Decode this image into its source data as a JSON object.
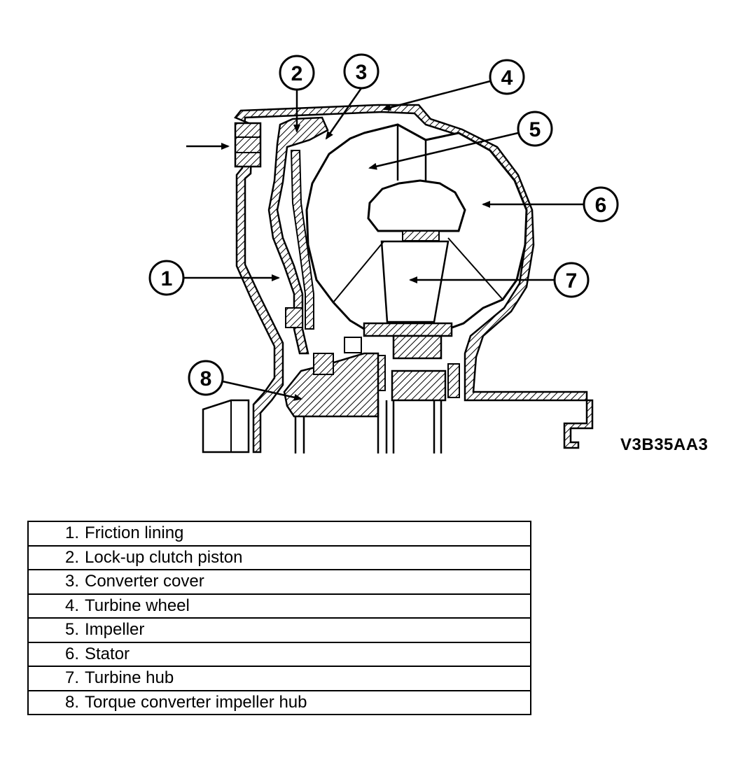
{
  "diagram": {
    "figure_code": "V3B35AA3",
    "callouts": [
      "1",
      "2",
      "3",
      "4",
      "5",
      "6",
      "7",
      "8"
    ]
  },
  "legend": [
    {
      "num": "1.",
      "label": "Friction lining"
    },
    {
      "num": "2.",
      "label": "Lock-up clutch piston"
    },
    {
      "num": "3.",
      "label": "Converter cover"
    },
    {
      "num": "4.",
      "label": "Turbine wheel"
    },
    {
      "num": "5.",
      "label": "Impeller"
    },
    {
      "num": "6.",
      "label": "Stator"
    },
    {
      "num": "7.",
      "label": "Turbine hub"
    },
    {
      "num": "8.",
      "label": "Torque converter impeller hub"
    }
  ]
}
